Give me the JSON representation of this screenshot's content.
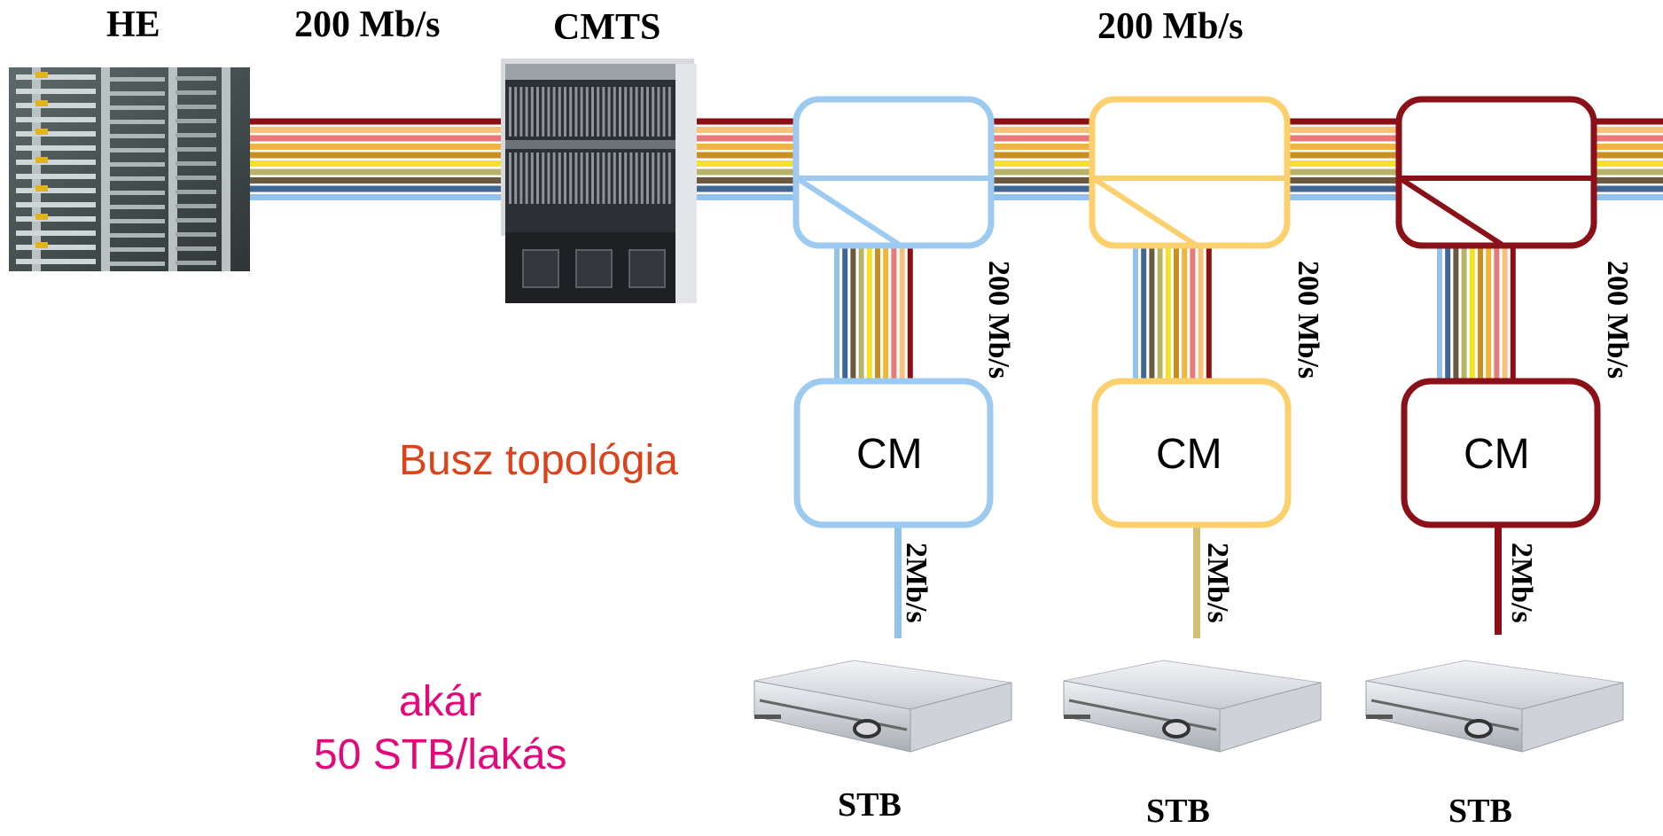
{
  "labels": {
    "he": "HE",
    "rate_top_left": "200 Mb/s",
    "cmts": "CMTS",
    "rate_top_right": "200 Mb/s",
    "rate_drop": "200 Mb/s",
    "rate_cm_stb": "2Mb/s",
    "cm": "CM",
    "stb": "STB",
    "topology": "Busz topológia",
    "note_line1": "akár",
    "note_line2": "50 STB/lakás"
  },
  "colors": {
    "bus_lines": [
      "#8b0f14",
      "#f6c27a",
      "#e8797a",
      "#f2b53c",
      "#c9901e",
      "#f5e12a",
      "#b9b36a",
      "#6b5a3f",
      "#3f6694",
      "#93c2ea"
    ],
    "splitter_blue": "#9ccaf0",
    "splitter_yellow": "#fbd06d",
    "splitter_red": "#8b1118",
    "topology_text": "#d9441c",
    "note_text": "#e2097a"
  }
}
